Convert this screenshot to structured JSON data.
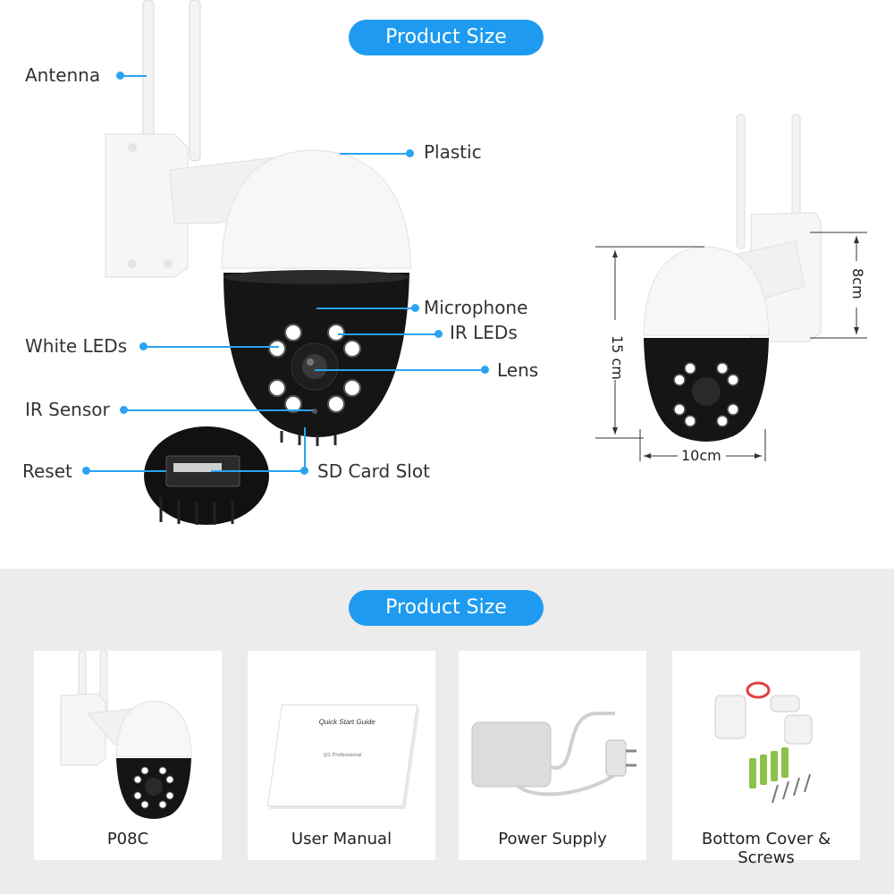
{
  "header": {
    "title": "Product Size"
  },
  "callouts": {
    "antenna": "Antenna",
    "plastic": "Plastic",
    "microphone": "Microphone",
    "ir_leds": "IR LEDs",
    "white_leds": "White LEDs",
    "lens": "Lens",
    "ir_sensor": "IR Sensor",
    "reset": "Reset",
    "sd_card_slot": "SD Card Slot"
  },
  "dimensions": {
    "height": "15 cm",
    "width": "10cm",
    "depth": "8cm"
  },
  "package": {
    "title": "Product Size",
    "items": [
      {
        "label": "P08C"
      },
      {
        "label": "User Manual"
      },
      {
        "label": "Power Supply"
      },
      {
        "label": "Bottom Cover & Screws"
      }
    ],
    "manual_cover": {
      "title": "Quick Start Guide",
      "subtitle": "Q1 Professional"
    }
  },
  "colors": {
    "accent": "#1e9bf0",
    "panel": "#ececec"
  }
}
